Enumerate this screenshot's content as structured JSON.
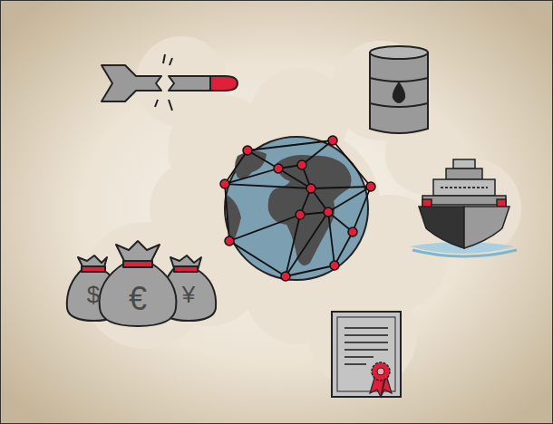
{
  "diagram": {
    "labels": [
      "$",
      "€",
      "¥"
    ]
  }
}
